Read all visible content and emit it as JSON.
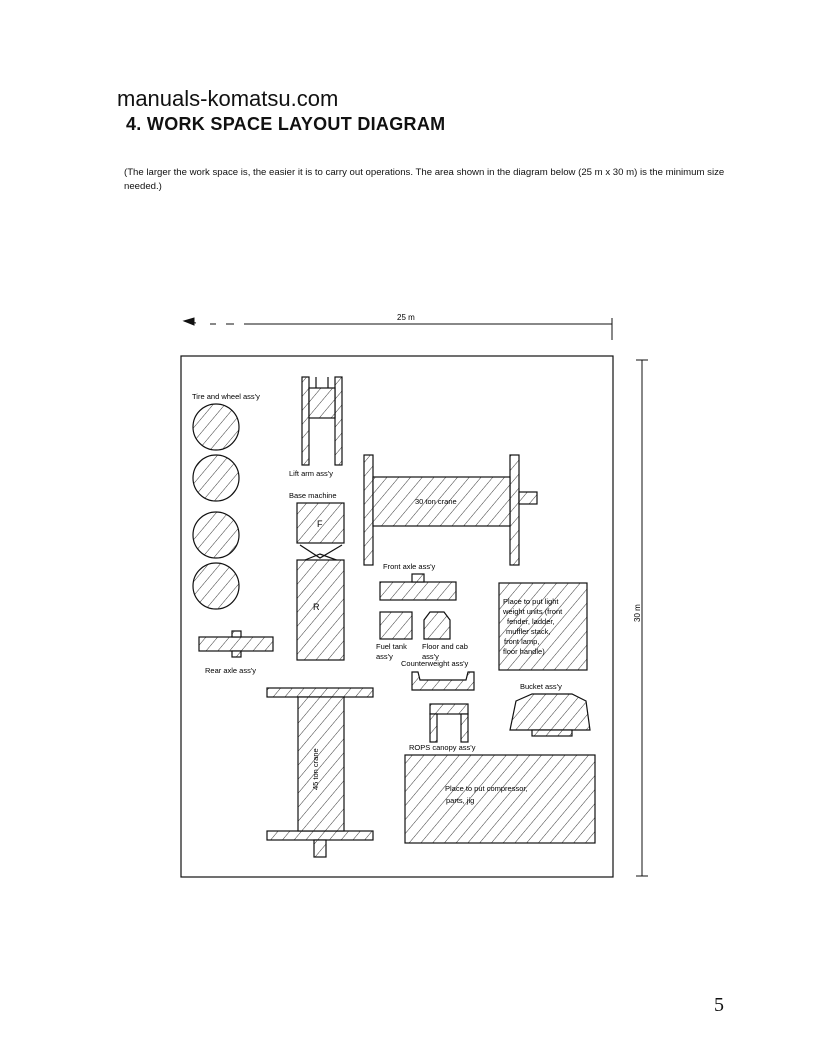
{
  "header": {
    "watermark": "manuals-komatsu.com",
    "title": "4.  WORK  SPACE  LAYOUT  DIAGRAM",
    "intro": "(The larger the work space is, the easier it is to carry out operations. The area shown in the diagram below (25 m x 30 m) is the minimum size needed.)"
  },
  "diagram": {
    "width_label": "25 m",
    "height_label": "30 m",
    "labels": {
      "tire": "Tire and wheel ass'y",
      "lift_arm": "Lift arm ass'y",
      "base_machine": "Base machine",
      "front_mark": "F",
      "rear_mark": "R",
      "crane30": "30 ton crane",
      "front_axle": "Front axle ass'y",
      "light_line1": "Place to put light",
      "light_line2": "weight units (front",
      "light_line3": "fender, ladder,",
      "light_line4": "muffler stack,",
      "light_line5": "front lamp,",
      "light_line6": "floor handle)",
      "fuel_tank_1": "Fuel tank",
      "fuel_tank_2": "ass'y",
      "floor_cab_1": "Floor and cab",
      "floor_cab_2": "ass'y",
      "counterweight": "Counterweight ass'y",
      "rear_axle": "Rear axle ass'y",
      "bucket": "Bucket ass'y",
      "rops": "ROPS canopy ass'y",
      "crane45": "45 ton crane",
      "compressor_1": "Place to put compressor,",
      "compressor_2": "parts, jig"
    }
  },
  "footer": {
    "page_number": "5"
  }
}
